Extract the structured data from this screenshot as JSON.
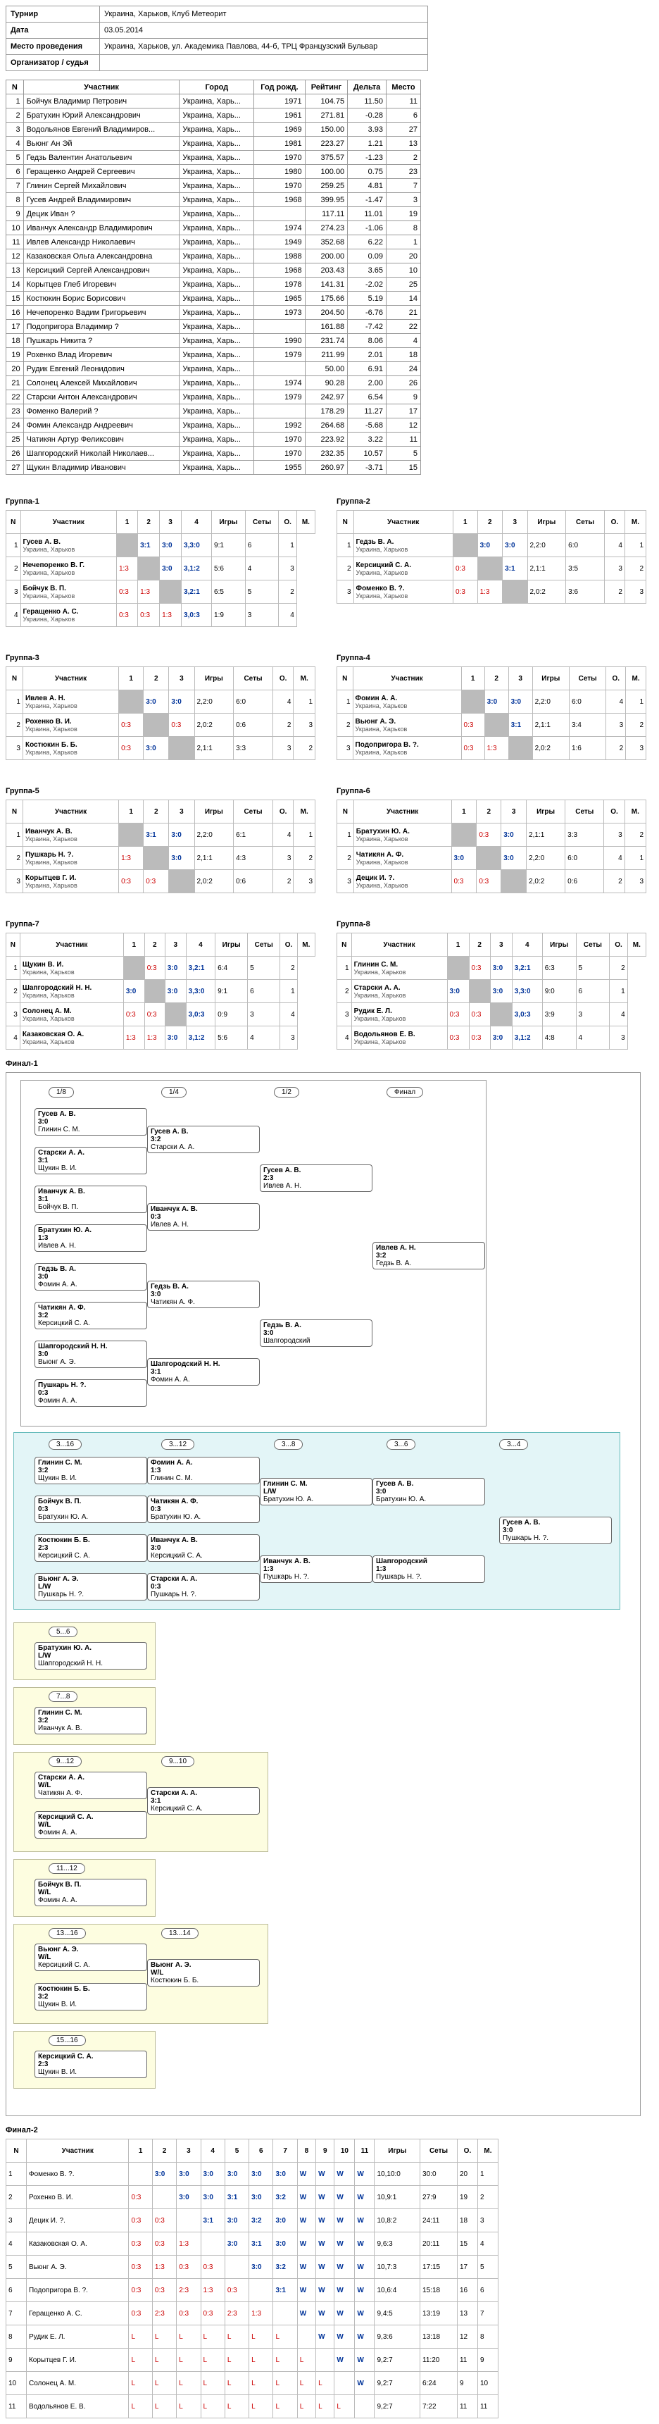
{
  "info": [
    {
      "k": "Турнир",
      "v": "Украина, Харьков, Клуб Метеорит"
    },
    {
      "k": "Дата",
      "v": "03.05.2014"
    },
    {
      "k": "Место проведения",
      "v": "Украина, Харьков, ул. Академика Павлова, 44-б, ТРЦ Французский Бульвар"
    },
    {
      "k": "Организатор / судья",
      "v": ""
    }
  ],
  "participants_header": [
    "N",
    "Участник",
    "Город",
    "Год рожд.",
    "Рейтинг",
    "Дельта",
    "Место"
  ],
  "participants": [
    [
      "1",
      "Бойчук Владимир Петрович",
      "Украина, Харь...",
      "1971",
      "104.75",
      "11.50",
      "11"
    ],
    [
      "2",
      "Братухин Юрий Александрович",
      "Украина, Харь...",
      "1961",
      "271.81",
      "-0.28",
      "6"
    ],
    [
      "3",
      "Водольянов Евгений Владимиров...",
      "Украина, Харь...",
      "1969",
      "150.00",
      "3.93",
      "27"
    ],
    [
      "4",
      "Вьюнг Ан Эй",
      "Украина, Харь...",
      "1981",
      "223.27",
      "1.21",
      "13"
    ],
    [
      "5",
      "Гедзь Валентин Анатольевич",
      "Украина, Харь...",
      "1970",
      "375.57",
      "-1.23",
      "2"
    ],
    [
      "6",
      "Геращенко Андрей Сергеевич",
      "Украина, Харь...",
      "1980",
      "100.00",
      "0.75",
      "23"
    ],
    [
      "7",
      "Глинин Сергей Михайлович",
      "Украина, Харь...",
      "1970",
      "259.25",
      "4.81",
      "7"
    ],
    [
      "8",
      "Гусев Андрей Владимирович",
      "Украина, Харь...",
      "1968",
      "399.95",
      "-1.47",
      "3"
    ],
    [
      "9",
      "Децик Иван ?",
      "Украина, Харь...",
      "",
      "117.11",
      "11.01",
      "19"
    ],
    [
      "10",
      "Иванчук Александр Владимирович",
      "Украина, Харь...",
      "1974",
      "274.23",
      "-1.06",
      "8"
    ],
    [
      "11",
      "Ивлев Александр Николаевич",
      "Украина, Харь...",
      "1949",
      "352.68",
      "6.22",
      "1"
    ],
    [
      "12",
      "Казаковская Ольга Александровна",
      "Украина, Харь...",
      "1988",
      "200.00",
      "0.09",
      "20"
    ],
    [
      "13",
      "Керсицкий Сергей Александрович",
      "Украина, Харь...",
      "1968",
      "203.43",
      "3.65",
      "10"
    ],
    [
      "14",
      "Корытцев Глеб Игоревич",
      "Украина, Харь...",
      "1978",
      "141.31",
      "-2.02",
      "25"
    ],
    [
      "15",
      "Костюкин Борис Борисович",
      "Украина, Харь...",
      "1965",
      "175.66",
      "5.19",
      "14"
    ],
    [
      "16",
      "Нечепоренко Вадим Григорьевич",
      "Украина, Харь...",
      "1973",
      "204.50",
      "-6.76",
      "21"
    ],
    [
      "17",
      "Подопригора Владимир ?",
      "Украина, Харь...",
      "",
      "161.88",
      "-7.42",
      "22"
    ],
    [
      "18",
      "Пушкарь Никита ?",
      "Украина, Харь...",
      "1990",
      "231.74",
      "8.06",
      "4"
    ],
    [
      "19",
      "Рохенко Влад Игоревич",
      "Украина, Харь...",
      "1979",
      "211.99",
      "2.01",
      "18"
    ],
    [
      "20",
      "Рудик Евгений Леонидович",
      "Украина, Харь...",
      "",
      "50.00",
      "6.91",
      "24"
    ],
    [
      "21",
      "Солонец Алексей Михайлович",
      "Украина, Харь...",
      "1974",
      "90.28",
      "2.00",
      "26"
    ],
    [
      "22",
      "Старски Антон Александрович",
      "Украина, Харь...",
      "1979",
      "242.97",
      "6.54",
      "9"
    ],
    [
      "23",
      "Фоменко Валерий ?",
      "Украина, Харь...",
      "",
      "178.29",
      "11.27",
      "17"
    ],
    [
      "24",
      "Фомин Александр Андреевич",
      "Украина, Харь...",
      "1992",
      "264.68",
      "-5.68",
      "12"
    ],
    [
      "25",
      "Чатикян Артур Феликсович",
      "Украина, Харь...",
      "1970",
      "223.92",
      "3.22",
      "11"
    ],
    [
      "26",
      "Шапгородский Николай Николаев...",
      "Украина, Харь...",
      "1970",
      "232.35",
      "10.57",
      "5"
    ],
    [
      "27",
      "Щукин Владимир Иванович",
      "Украина, Харь...",
      "1955",
      "260.97",
      "-3.71",
      "15"
    ]
  ],
  "group_header": [
    "N",
    "Участник",
    "1",
    "2",
    "3",
    "Игры",
    "Сеты",
    "О.",
    "М."
  ],
  "groups": [
    {
      "title": "Группа-1",
      "rows": [
        [
          "1",
          "Гусев А. В.",
          "Украина, Харьков",
          "",
          "3:1",
          "3:0",
          "3,3:0",
          "9:1",
          "6",
          "1"
        ],
        [
          "2",
          "Нечепоренко В. Г.",
          "Украина, Харьков",
          "1:3",
          "",
          "3:0",
          "3,1:2",
          "5:6",
          "4",
          "3"
        ],
        [
          "3",
          "Бойчук В. П.",
          "Украина, Харьков",
          "0:3",
          "1:3",
          "",
          "3,2:1",
          "6:5",
          "5",
          "2"
        ],
        [
          "4",
          "Геращенко А. С.",
          "Украина, Харьков",
          "0:3",
          "0:3",
          "1:3",
          "3,0:3",
          "1:9",
          "3",
          "4"
        ]
      ]
    },
    {
      "title": "Группа-2",
      "rows": [
        [
          "1",
          "Гедзь В. А.",
          "Украина, Харьков",
          "",
          "3:0",
          "3:0",
          "2,2:0",
          "6:0",
          "4",
          "1"
        ],
        [
          "2",
          "Керсицкий С. А.",
          "Украина, Харьков",
          "0:3",
          "",
          "3:1",
          "2,1:1",
          "3:5",
          "3",
          "2"
        ],
        [
          "3",
          "Фоменко В. ?.",
          "Украина, Харьков",
          "0:3",
          "1:3",
          "",
          "2,0:2",
          "3:6",
          "2",
          "3"
        ]
      ]
    },
    {
      "title": "Группа-3",
      "rows": [
        [
          "1",
          "Ивлев А. Н.",
          "Украина, Харьков",
          "",
          "3:0",
          "3:0",
          "2,2:0",
          "6:0",
          "4",
          "1"
        ],
        [
          "2",
          "Рохенко В. И.",
          "Украина, Харьков",
          "0:3",
          "",
          "0:3",
          "2,0:2",
          "0:6",
          "2",
          "3"
        ],
        [
          "3",
          "Костюкин Б. Б.",
          "Украина, Харьков",
          "0:3",
          "3:0",
          "",
          "2,1:1",
          "3:3",
          "3",
          "2"
        ]
      ]
    },
    {
      "title": "Группа-4",
      "rows": [
        [
          "1",
          "Фомин А. А.",
          "Украина, Харьков",
          "",
          "3:0",
          "3:0",
          "2,2:0",
          "6:0",
          "4",
          "1"
        ],
        [
          "2",
          "Вьюнг А. Э.",
          "Украина, Харьков",
          "0:3",
          "",
          "3:1",
          "2,1:1",
          "3:4",
          "3",
          "2"
        ],
        [
          "3",
          "Подопригора В. ?.",
          "Украина, Харьков",
          "0:3",
          "1:3",
          "",
          "2,0:2",
          "1:6",
          "2",
          "3"
        ]
      ]
    },
    {
      "title": "Группа-5",
      "rows": [
        [
          "1",
          "Иванчук А. В.",
          "Украина, Харьков",
          "",
          "3:1",
          "3:0",
          "2,2:0",
          "6:1",
          "4",
          "1"
        ],
        [
          "2",
          "Пушкарь Н. ?.",
          "Украина, Харьков",
          "1:3",
          "",
          "3:0",
          "2,1:1",
          "4:3",
          "3",
          "2"
        ],
        [
          "3",
          "Корытцев Г. И.",
          "Украина, Харьков",
          "0:3",
          "0:3",
          "",
          "2,0:2",
          "0:6",
          "2",
          "3"
        ]
      ]
    },
    {
      "title": "Группа-6",
      "rows": [
        [
          "1",
          "Братухин Ю. А.",
          "Украина, Харьков",
          "",
          "0:3",
          "3:0",
          "2,1:1",
          "3:3",
          "3",
          "2"
        ],
        [
          "2",
          "Чатикян А. Ф.",
          "Украина, Харьков",
          "3:0",
          "",
          "3:0",
          "2,2:0",
          "6:0",
          "4",
          "1"
        ],
        [
          "3",
          "Децик И. ?.",
          "Украина, Харьков",
          "0:3",
          "0:3",
          "",
          "2,0:2",
          "0:6",
          "2",
          "3"
        ]
      ]
    },
    {
      "title": "Группа-7",
      "rows": [
        [
          "1",
          "Щукин В. И.",
          "Украина, Харьков",
          "",
          "0:3",
          "3:0",
          "3,2:1",
          "6:4",
          "5",
          "2"
        ],
        [
          "2",
          "Шапгородский Н. Н.",
          "Украина, Харьков",
          "3:0",
          "",
          "3:0",
          "3,3:0",
          "9:1",
          "6",
          "1"
        ],
        [
          "3",
          "Солонец А. М.",
          "Украина, Харьков",
          "0:3",
          "0:3",
          "",
          "3,0:3",
          "0:9",
          "3",
          "4"
        ],
        [
          "4",
          "Казаковская О. А.",
          "Украина, Харьков",
          "1:3",
          "1:3",
          "3:0",
          "3,1:2",
          "5:6",
          "4",
          "3"
        ]
      ]
    },
    {
      "title": "Группа-8",
      "rows": [
        [
          "1",
          "Глинин С. М.",
          "Украина, Харьков",
          "",
          "0:3",
          "3:0",
          "3,2:1",
          "6:3",
          "5",
          "2"
        ],
        [
          "2",
          "Старски А. А.",
          "Украина, Харьков",
          "3:0",
          "",
          "3:0",
          "3,3:0",
          "9:0",
          "6",
          "1"
        ],
        [
          "3",
          "Рудик Е. Л.",
          "Украина, Харьков",
          "0:3",
          "0:3",
          "",
          "3,0:3",
          "3:9",
          "3",
          "4"
        ],
        [
          "4",
          "Водольянов Е. В.",
          "Украина, Харьков",
          "0:3",
          "0:3",
          "3:0",
          "3,1:2",
          "4:8",
          "4",
          "3"
        ]
      ]
    }
  ],
  "final1": {
    "title": "Финал-1",
    "rounds": [
      "1/8",
      "1/4",
      "1/2",
      "Финал"
    ],
    "r16": [
      {
        "p1": "Гусев А. В.",
        "s": "3:0",
        "p2": "Глинин С. М.",
        "m": "1"
      },
      {
        "p1": "Старски А. А.",
        "s": "3:1",
        "p2": "Щукин В. И.",
        "m": "2"
      },
      {
        "p1": "Иванчук А. В.",
        "s": "3:1",
        "p2": "Бойчук В. П.",
        "m": "3"
      },
      {
        "p1": "Братухин Ю. А.",
        "s": "1:3",
        "p2": "Ивлев А. Н.",
        "m": "4"
      },
      {
        "p1": "Гедзь В. А.",
        "s": "3:0",
        "p2": "Фомин А. А.",
        "m": "5"
      },
      {
        "p1": "Чатикян А. Ф.",
        "s": "3:2",
        "p2": "Керсицкий С. А.",
        "m": "6"
      },
      {
        "p1": "Шапгородский Н. Н.",
        "s": "3:0",
        "p2": "Вьюнг А. Э.",
        "m": "7"
      },
      {
        "p1": "Пушкарь Н. ?.",
        "s": "0:3",
        "p2": "Фомин А. А.",
        "m": "8"
      }
    ],
    "qf": [
      {
        "p1": "Гусев А. В.",
        "s": "3:2",
        "p2": "Старски А. А.",
        "m": "9"
      },
      {
        "p1": "Иванчук А. В.",
        "s": "0:3",
        "p2": "Ивлев А. Н.",
        "m": "10"
      },
      {
        "p1": "Гедзь В. А.",
        "s": "3:0",
        "p2": "Чатикян А. Ф.",
        "m": "11"
      },
      {
        "p1": "Шапгородский Н. Н.",
        "s": "3:1",
        "p2": "Фомин А. А.",
        "m": "12"
      }
    ],
    "sf": [
      {
        "p1": "Гусев А. В.",
        "s": "2:3",
        "p2": "Ивлев А. Н.",
        "m": "13"
      },
      {
        "p1": "Гедзь В. А.",
        "s": "3:0",
        "p2": "Шапгородский",
        "m": "14"
      }
    ],
    "fin": {
      "p1": "Ивлев А. Н.",
      "s": "3:2",
      "p2": "Гедзь В. А.",
      "r1": "1",
      "r2": "2"
    },
    "cons_rounds": [
      "3...16",
      "3...12",
      "3...8",
      "3...6",
      "3...4"
    ],
    "cons_r1": [
      {
        "p1": "Глинин С. М.",
        "s": "3:2",
        "p2": "Щукин В. И.",
        "m": "16"
      },
      {
        "p1": "Бойчук В. П.",
        "s": "0:3",
        "p2": "Братухин Ю. А.",
        "m": "17"
      },
      {
        "p1": "Костюкин Б. Б.",
        "s": "2:3",
        "p2": "Керсицкий С. А.",
        "m": "18"
      },
      {
        "p1": "Вьюнг А. Э.",
        "s": "L/W",
        "p2": "Пушкарь Н. ?.",
        "m": "19"
      }
    ],
    "cons_r2": [
      {
        "p1": "Фомин А. А.",
        "s": "1:3",
        "p2": "Глинин С. М.",
        "m": "20"
      },
      {
        "p1": "Чатикян А. Ф.",
        "s": "0:3",
        "p2": "Братухин Ю. А.",
        "m": "21"
      },
      {
        "p1": "Иванчук А. В.",
        "s": "3:0",
        "p2": "Керсицкий С. А.",
        "m": "22"
      },
      {
        "p1": "Старски А. А.",
        "s": "0:3",
        "p2": "Пушкарь Н. ?.",
        "m": "23"
      }
    ],
    "cons_r3": [
      {
        "p1": "Глинин С. М.",
        "s": "L/W",
        "p2": "Братухин Ю. А.",
        "m": "24"
      },
      {
        "p1": "Иванчук А. В.",
        "s": "1:3",
        "p2": "Пушкарь Н. ?.",
        "m": "25"
      }
    ],
    "cons_r4": [
      {
        "p1": "Гусев А. В.",
        "s": "3:0",
        "p2": "Братухин Ю. А.",
        "m": "26"
      },
      {
        "p1": "Шапгородский",
        "s": "1:3",
        "p2": "Пушкарь Н. ?.",
        "m": "27"
      }
    ],
    "cons_fin": {
      "p1": "Гусев А. В.",
      "s": "3:0",
      "p2": "Пушкарь Н. ?.",
      "m": "28",
      "r1": "3",
      "r2": "4"
    },
    "places": [
      {
        "label": "5...6",
        "p1": "Братухин Ю. А.",
        "s": "L/W",
        "p2": "Шапгородский Н. Н.",
        "r1": "6",
        "r2": "5"
      },
      {
        "label": "7...8",
        "p1": "Глинин С. М.",
        "s": "3:2",
        "p2": "Иванчук А. В.",
        "r1": "7",
        "r2": "8"
      },
      {
        "label": "9...12",
        "p1": "Старски А. А.",
        "s": "W/L",
        "p2": "Чатикян А. Ф.",
        "p3": "Керсицкий С. А.",
        "s2": "W/L",
        "p4": "Фомин А. А.",
        "label2": "9...10",
        "w1": "Старски А. А.",
        "ws": "3:1",
        "w2": "Керсицкий С. А.",
        "r1": "9",
        "r2": "10"
      },
      {
        "label": "11...12",
        "p1": "Бойчук В. П.",
        "s": "W/L",
        "p2": "Фомин А. А.",
        "r1": "11",
        "r2": "12"
      },
      {
        "label": "13...16",
        "p1": "Вьюнг А. Э.",
        "s": "W/L",
        "p2": "Керсицкий С. А.",
        "p3": "Костюкин Б. Б.",
        "s2": "3:2",
        "p4": "Щукин В. И.",
        "label2": "13...14",
        "w1": "Вьюнг А. Э.",
        "ws": "W/L",
        "w2": "Костюкин Б. Б.",
        "r1": "13",
        "r2": "14"
      },
      {
        "label": "15...16",
        "p1": "Керсицкий С. А.",
        "s": "2:3",
        "p2": "Щукин В. И.",
        "r1": "16",
        "r2": "15"
      }
    ]
  },
  "final2": {
    "title": "Финал-2",
    "header": [
      "N",
      "Участник",
      "1",
      "2",
      "3",
      "4",
      "5",
      "6",
      "7",
      "8",
      "9",
      "10",
      "11",
      "Игры",
      "Сеты",
      "О.",
      "М."
    ],
    "rows": [
      [
        "1",
        "Фоменко В. ?.",
        "",
        "3:0",
        "3:0",
        "3:0",
        "3:0",
        "3:0",
        "3:0",
        "W",
        "W",
        "W",
        "W",
        "10,10:0",
        "30:0",
        "20",
        "1"
      ],
      [
        "2",
        "Рохенко В. И.",
        "0:3",
        "",
        "3:0",
        "3:0",
        "3:1",
        "3:0",
        "3:2",
        "W",
        "W",
        "W",
        "W",
        "10,9:1",
        "27:9",
        "19",
        "2"
      ],
      [
        "3",
        "Децик И. ?.",
        "0:3",
        "0:3",
        "",
        "3:1",
        "3:0",
        "3:2",
        "3:0",
        "W",
        "W",
        "W",
        "W",
        "10,8:2",
        "24:11",
        "18",
        "3"
      ],
      [
        "4",
        "Казаковская О. А.",
        "0:3",
        "0:3",
        "1:3",
        "",
        "3:0",
        "3:1",
        "3:0",
        "W",
        "W",
        "W",
        "W",
        "9,6:3",
        "20:11",
        "15",
        "4"
      ],
      [
        "5",
        "Вьюнг А. Э.",
        "0:3",
        "1:3",
        "0:3",
        "0:3",
        "",
        "3:0",
        "3:2",
        "W",
        "W",
        "W",
        "W",
        "10,7:3",
        "17:15",
        "17",
        "5"
      ],
      [
        "6",
        "Подопригора В. ?.",
        "0:3",
        "0:3",
        "2:3",
        "1:3",
        "0:3",
        "",
        "3:1",
        "W",
        "W",
        "W",
        "W",
        "10,6:4",
        "15:18",
        "16",
        "6"
      ],
      [
        "7",
        "Геращенко А. С.",
        "0:3",
        "2:3",
        "0:3",
        "0:3",
        "2:3",
        "1:3",
        "",
        "W",
        "W",
        "W",
        "W",
        "9,4:5",
        "13:19",
        "13",
        "7"
      ],
      [
        "8",
        "Рудик Е. Л.",
        "L",
        "L",
        "L",
        "L",
        "L",
        "L",
        "L",
        "",
        "W",
        "W",
        "W",
        "9,3:6",
        "13:18",
        "12",
        "8"
      ],
      [
        "9",
        "Корытцев Г. И.",
        "L",
        "L",
        "L",
        "L",
        "L",
        "L",
        "L",
        "L",
        "",
        "W",
        "W",
        "9,2:7",
        "11:20",
        "11",
        "9"
      ],
      [
        "10",
        "Солонец А. М.",
        "L",
        "L",
        "L",
        "L",
        "L",
        "L",
        "L",
        "L",
        "L",
        "",
        "W",
        "9,2:7",
        "6:24",
        "9",
        "10"
      ],
      [
        "11",
        "Водольянов Е. В.",
        "L",
        "L",
        "L",
        "L",
        "L",
        "L",
        "L",
        "L",
        "L",
        "L",
        "",
        "9,2:7",
        "7:22",
        "11",
        "11"
      ]
    ]
  }
}
